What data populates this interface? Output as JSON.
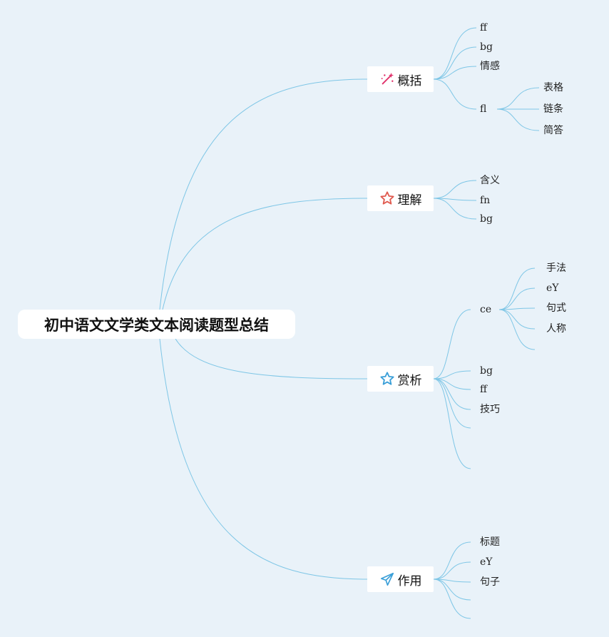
{
  "root": {
    "label": "初中语文文学类文本阅读题型总结"
  },
  "branches": [
    {
      "label": "概括",
      "icon": "magic-wand-icon",
      "children": [
        {
          "label": "ff"
        },
        {
          "label": "bg"
        },
        {
          "label": "情感"
        },
        {
          "label": "fl",
          "children": [
            {
              "label": "表格"
            },
            {
              "label": "链条"
            },
            {
              "label": "简答"
            }
          ]
        }
      ]
    },
    {
      "label": "理解",
      "icon": "star-outline-red-icon",
      "children": [
        {
          "label": "含义"
        },
        {
          "label": "fn"
        },
        {
          "label": "bg"
        }
      ]
    },
    {
      "label": "赏析",
      "icon": "star-outline-blue-icon",
      "children": [
        {
          "label": "ce",
          "children": [
            {
              "label": "手法"
            },
            {
              "label": "eY"
            },
            {
              "label": "句式"
            },
            {
              "label": "人称"
            },
            {
              "label": ""
            }
          ]
        },
        {
          "label": "bg"
        },
        {
          "label": "ff"
        },
        {
          "label": "技巧"
        },
        {
          "label": ""
        },
        {
          "label": ""
        }
      ]
    },
    {
      "label": "作用",
      "icon": "paper-plane-icon",
      "children": [
        {
          "label": "标题"
        },
        {
          "label": "eY"
        },
        {
          "label": "句子"
        },
        {
          "label": ""
        },
        {
          "label": ""
        }
      ]
    }
  ],
  "colors": {
    "background": "#e9f2f9",
    "connector": "#7ec6e6",
    "node": "#ffffff",
    "accent_red": "#e05a4f",
    "accent_blue": "#3a9fd8",
    "accent_pink": "#e0306a"
  }
}
